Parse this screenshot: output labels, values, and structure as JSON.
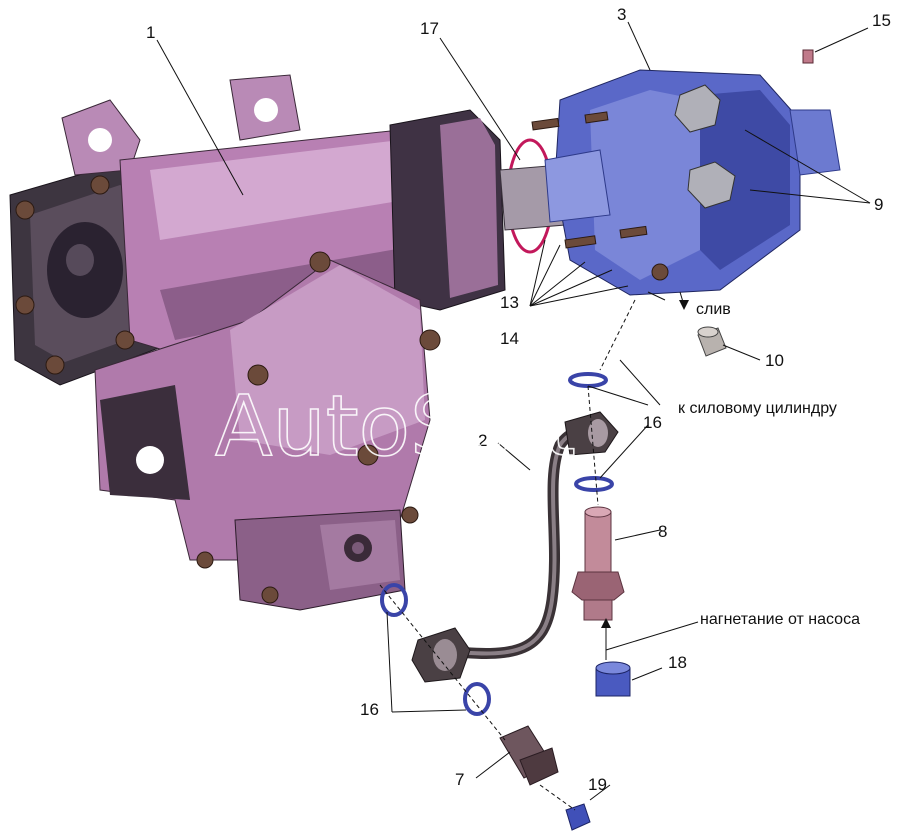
{
  "callouts": {
    "c1": "1",
    "c2": "2",
    "c3": "3",
    "c7": "7",
    "c8": "8",
    "c9": "9",
    "c10": "10",
    "c13": "13",
    "c14": "14",
    "c15": "15",
    "c16a": "16",
    "c16b": "16",
    "c17": "17",
    "c18": "18",
    "c19": "19"
  },
  "labels": {
    "drain": "слив",
    "to_cylinder": "к силовому цилиндру",
    "from_pump": "нагнетание от насоса"
  },
  "watermark": "AutoSoft",
  "colors": {
    "housing": "#b880b3",
    "housing_dark": "#4a3a48",
    "pump": "#5a68c8",
    "pump_dark": "#2e3a8a",
    "seal": "#3a44a8",
    "bolt": "#6b4a3a"
  }
}
